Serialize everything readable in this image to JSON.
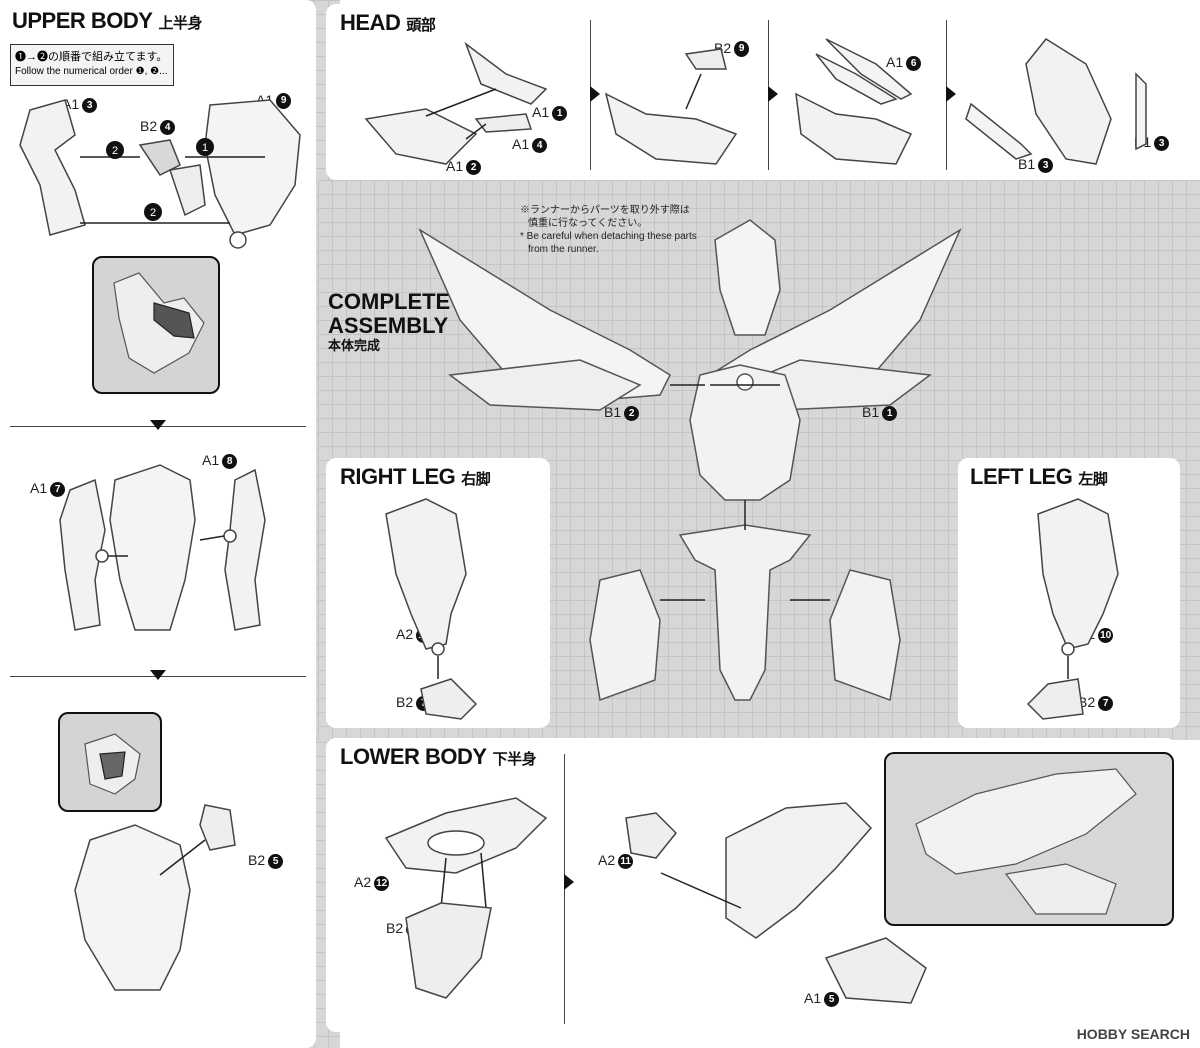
{
  "upper_body": {
    "title": "UPPER BODY",
    "title_jp": "上半身",
    "order_jp": "❶→❷の順番で組み立てます。",
    "order_en": "Follow the numerical order ❶, ❷...",
    "labels": [
      {
        "part": "A1",
        "n": "3"
      },
      {
        "part": "B2",
        "n": "4"
      },
      {
        "part": "A1",
        "n": "9"
      },
      {
        "part": "A1",
        "n": "8"
      },
      {
        "part": "A1",
        "n": "7"
      },
      {
        "part": "B2",
        "n": "5"
      }
    ]
  },
  "head": {
    "title": "HEAD",
    "title_jp": "頭部",
    "labels": [
      {
        "part": "A1",
        "n": "1"
      },
      {
        "part": "A1",
        "n": "4"
      },
      {
        "part": "A1",
        "n": "2"
      },
      {
        "part": "B2",
        "n": "9"
      },
      {
        "part": "A1",
        "n": "6"
      },
      {
        "part": "B1",
        "n": "3"
      },
      {
        "part": "B1",
        "n": "3"
      }
    ]
  },
  "complete": {
    "title_line1": "COMPLETE",
    "title_line2": "ASSEMBLY",
    "title_jp": "本体完成",
    "note_jp1": "※ランナーからパーツを取り外す際は",
    "note_jp2": "慎重に行なってください。",
    "note_en1": "* Be careful when detaching these parts",
    "note_en2": "from the runner.",
    "labels": [
      {
        "part": "B1",
        "n": "2"
      },
      {
        "part": "B1",
        "n": "1"
      }
    ]
  },
  "right_leg": {
    "title": "RIGHT LEG",
    "title_jp": "右脚",
    "labels": [
      {
        "part": "A2",
        "n": "13"
      },
      {
        "part": "B2",
        "n": "7"
      }
    ]
  },
  "left_leg": {
    "title": "LEFT LEG",
    "title_jp": "左脚",
    "labels": [
      {
        "part": "A2",
        "n": "10"
      },
      {
        "part": "B2",
        "n": "7"
      }
    ]
  },
  "lower_body": {
    "title": "LOWER BODY",
    "title_jp": "下半身",
    "labels": [
      {
        "part": "A2",
        "n": "12"
      },
      {
        "part": "B2",
        "n": "8"
      },
      {
        "part": "A2",
        "n": "11"
      },
      {
        "part": "A1",
        "n": "5"
      }
    ]
  },
  "watermark": "HOBBY SEARCH"
}
